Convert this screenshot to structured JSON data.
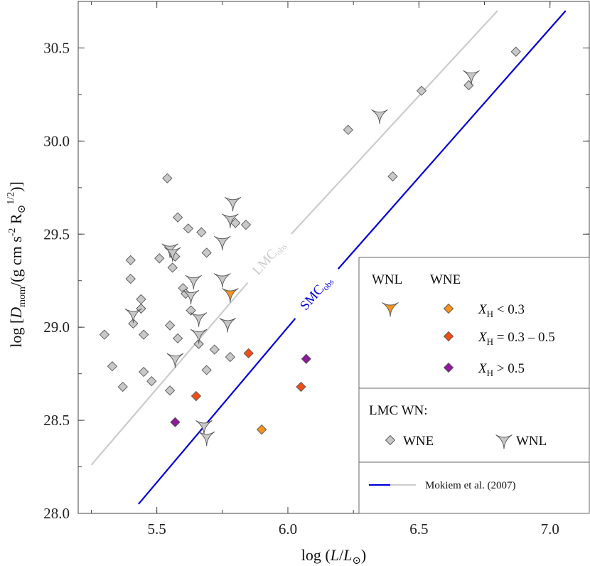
{
  "chart_data": {
    "type": "scatter",
    "xlabel": "log (L/L⊙)",
    "ylabel": "log [D_mom/(g cm s^-2 R⊙^1/2)]",
    "xlim": [
      5.2,
      7.15
    ],
    "ylim": [
      28.0,
      30.75
    ],
    "xticks": [
      5.5,
      6.0,
      6.5,
      7.0
    ],
    "yticks": [
      28.0,
      28.5,
      29.0,
      29.5,
      30.0,
      30.5
    ],
    "colors": {
      "gray_fill": "#c8c8c8",
      "orange": "#f7931e",
      "red": "#f04e16",
      "purple": "#8c1a99",
      "smc_line": "#0000dd",
      "lmc_line": "#cccccc"
    },
    "series": [
      {
        "name": "LMC WNE",
        "marker": "diamond",
        "color": "#c8c8c8",
        "points": [
          [
            5.3,
            28.96
          ],
          [
            5.33,
            28.79
          ],
          [
            5.37,
            28.68
          ],
          [
            5.4,
            29.36
          ],
          [
            5.4,
            29.26
          ],
          [
            5.41,
            29.02
          ],
          [
            5.44,
            29.15
          ],
          [
            5.44,
            29.1
          ],
          [
            5.45,
            28.96
          ],
          [
            5.45,
            28.76
          ],
          [
            5.48,
            28.71
          ],
          [
            5.51,
            29.37
          ],
          [
            5.54,
            29.8
          ],
          [
            5.55,
            29.01
          ],
          [
            5.55,
            28.66
          ],
          [
            5.56,
            29.32
          ],
          [
            5.57,
            29.38
          ],
          [
            5.58,
            29.59
          ],
          [
            5.58,
            28.94
          ],
          [
            5.6,
            29.21
          ],
          [
            5.61,
            29.18
          ],
          [
            5.62,
            29.53
          ],
          [
            5.63,
            29.09
          ],
          [
            5.66,
            28.91
          ],
          [
            5.67,
            29.51
          ],
          [
            5.69,
            29.4
          ],
          [
            5.69,
            28.77
          ],
          [
            5.72,
            28.88
          ],
          [
            5.78,
            28.84
          ],
          [
            5.8,
            29.56
          ],
          [
            5.84,
            29.55
          ],
          [
            6.23,
            30.06
          ],
          [
            6.4,
            29.81
          ],
          [
            6.51,
            30.27
          ],
          [
            6.69,
            30.3
          ],
          [
            6.87,
            30.48
          ]
        ]
      },
      {
        "name": "LMC WNL",
        "marker": "star",
        "color": "#c8c8c8",
        "points": [
          [
            5.41,
            29.07
          ],
          [
            5.55,
            29.42
          ],
          [
            5.56,
            29.4
          ],
          [
            5.57,
            28.83
          ],
          [
            5.63,
            29.17
          ],
          [
            5.64,
            29.25
          ],
          [
            5.66,
            29.05
          ],
          [
            5.66,
            28.96
          ],
          [
            5.68,
            28.47
          ],
          [
            5.69,
            28.41
          ],
          [
            5.75,
            29.46
          ],
          [
            5.75,
            29.26
          ],
          [
            5.77,
            29.02
          ],
          [
            5.78,
            29.58
          ],
          [
            5.79,
            29.67
          ],
          [
            6.35,
            30.14
          ],
          [
            6.7,
            30.35
          ]
        ]
      },
      {
        "name": "SMC WNL",
        "marker": "star",
        "color": "#f7931e",
        "points": [
          [
            5.78,
            29.18
          ]
        ]
      },
      {
        "name": "SMC WNE XH<0.3",
        "marker": "diamond",
        "color": "#f7931e",
        "points": [
          [
            5.9,
            28.45
          ]
        ]
      },
      {
        "name": "SMC WNE XH=0.3-0.5",
        "marker": "diamond",
        "color": "#f04e16",
        "points": [
          [
            5.65,
            28.63
          ],
          [
            5.85,
            28.86
          ],
          [
            6.05,
            28.68
          ]
        ]
      },
      {
        "name": "SMC WNE XH>0.5",
        "marker": "diamond",
        "color": "#8c1a99",
        "points": [
          [
            5.57,
            28.49
          ],
          [
            6.07,
            28.83
          ]
        ]
      }
    ],
    "lines": [
      {
        "label_main": "LMC",
        "label_sub": "obs",
        "color": "#cccccc",
        "from": [
          5.25,
          28.26
        ],
        "to": [
          6.8,
          30.7
        ],
        "label_at": [
          5.93,
          29.37
        ]
      },
      {
        "label_main": "SMC",
        "label_sub": "obs",
        "color": "#0000dd",
        "from": [
          5.43,
          28.05
        ],
        "to": [
          7.06,
          30.7
        ],
        "label_at": [
          6.11,
          29.18
        ]
      }
    ]
  },
  "legend": {
    "wnl_header": "WNL",
    "wne_header": "WNE",
    "xh_lt": "< 0.3",
    "xh_mid": "= 0.3 – 0.5",
    "xh_gt": "> 0.5",
    "xh_symbol": "X",
    "xh_sub": "H",
    "lmc_header": "LMC WN:",
    "lmc_wne": "WNE",
    "lmc_wnl": "WNL",
    "mokiem": "Mokiem et al. (2007)"
  }
}
